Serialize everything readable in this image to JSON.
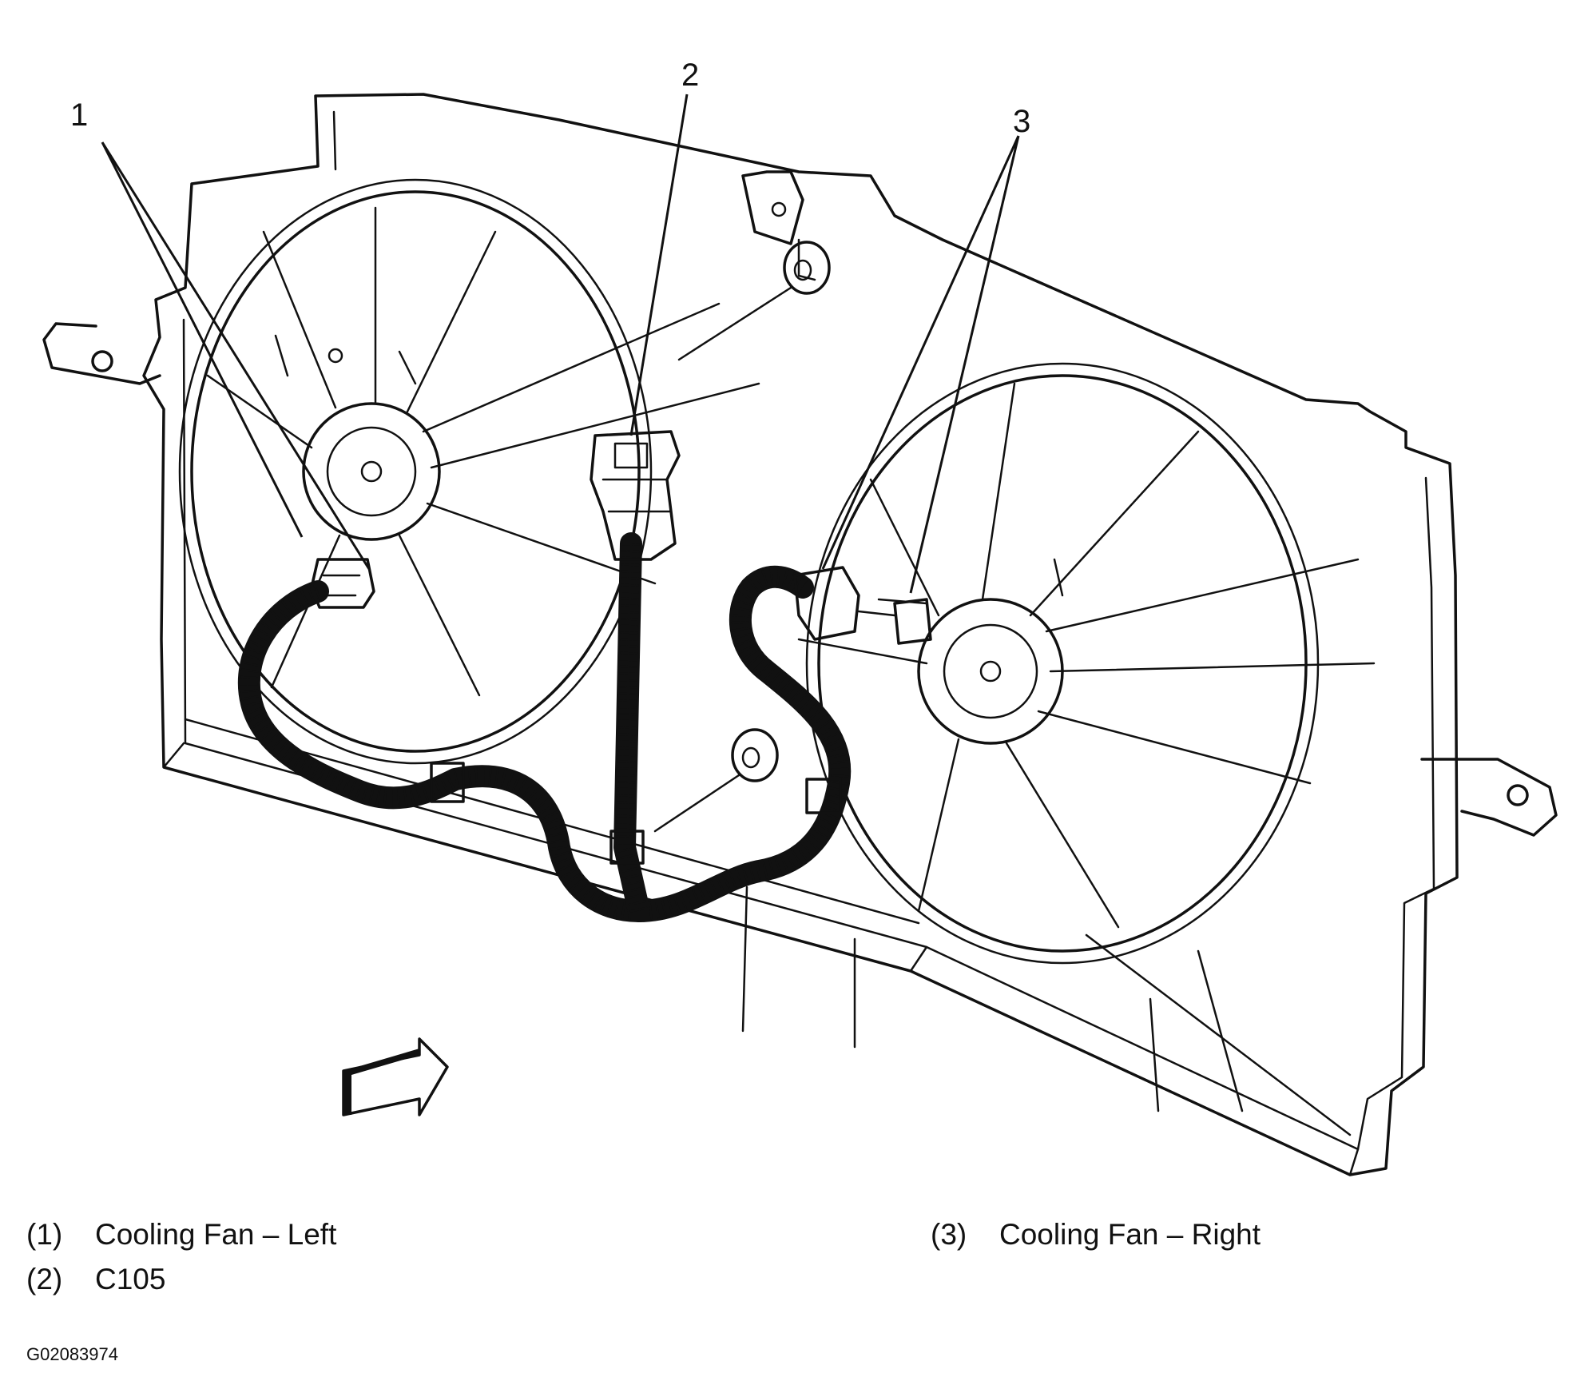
{
  "callouts": [
    {
      "number": "1"
    },
    {
      "number": "2"
    },
    {
      "number": "3"
    }
  ],
  "legend": [
    {
      "number": "(1)",
      "label": "Cooling Fan – Left"
    },
    {
      "number": "(2)",
      "label": "C105"
    },
    {
      "number": "(3)",
      "label": "Cooling Fan – Right"
    }
  ],
  "figure_id": "G02083974"
}
